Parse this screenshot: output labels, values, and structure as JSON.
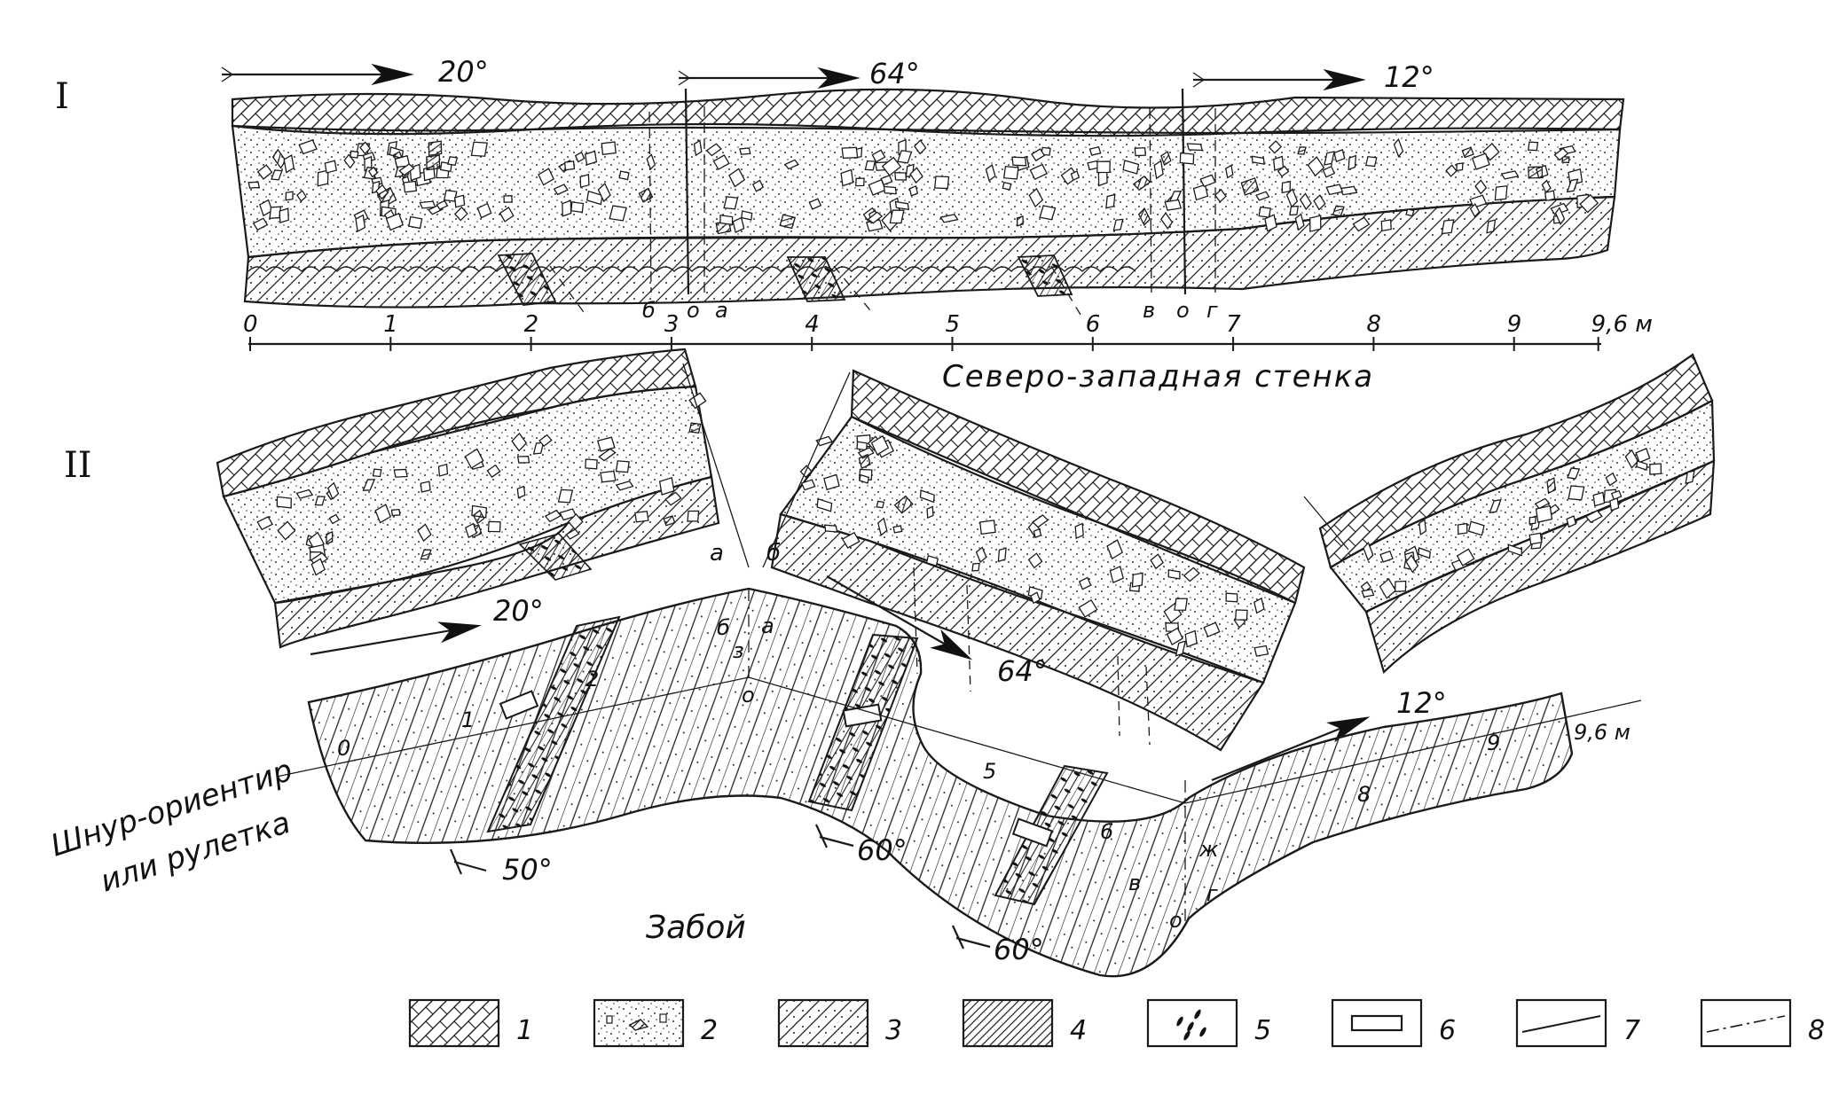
{
  "section_I": {
    "roman": "I",
    "angles": [
      "20°",
      "64°",
      "12°"
    ],
    "scale_ticks": [
      "0",
      "1",
      "2",
      "3",
      "4",
      "5",
      "6",
      "7",
      "8",
      "9",
      "9,6 м"
    ],
    "cut_letters": [
      "б",
      "о",
      "а",
      "в",
      "о",
      "г"
    ],
    "wall_caption": "Северо-западная стенка"
  },
  "section_II": {
    "roman": "II",
    "wall_angles": [
      "20°",
      "64°",
      "12°"
    ],
    "cut_letters": [
      "а",
      "б"
    ],
    "floor_letters": [
      "б",
      "а",
      "з",
      "о",
      "в",
      "о",
      "г",
      "ж"
    ],
    "floor_numbers": [
      "0",
      "1",
      "2",
      "5",
      "6",
      "8",
      "9"
    ],
    "end_label": "9,6 м",
    "cord_label_line1": "Шнур-ориентир",
    "cord_label_line2": "или рулетка",
    "dip_angles": [
      "50°",
      "60°",
      "60°"
    ],
    "face_label": "Забой"
  },
  "legend": [
    {
      "num": "1",
      "pattern": "cross-hatch"
    },
    {
      "num": "2",
      "pattern": "dots-and-fragments"
    },
    {
      "num": "3",
      "pattern": "hatch-with-dots"
    },
    {
      "num": "4",
      "pattern": "dense-hatch"
    },
    {
      "num": "5",
      "pattern": "lens-marks"
    },
    {
      "num": "6",
      "pattern": "rectangle"
    },
    {
      "num": "7",
      "pattern": "line"
    },
    {
      "num": "8",
      "pattern": "dash-dot-line"
    }
  ]
}
